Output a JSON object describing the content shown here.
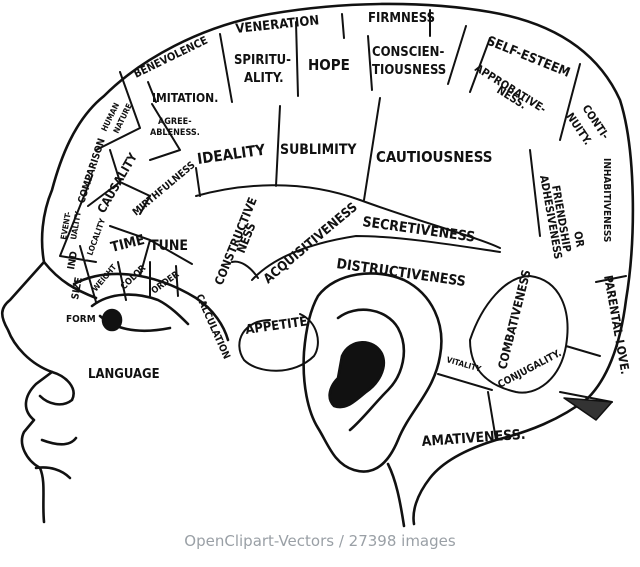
{
  "regions": {
    "veneration": "VENERATION",
    "firmness": "FIRMNESS",
    "benevolence": "BENEVOLENCE",
    "spirituality_1": "SPIRITU-",
    "spirituality_2": "ALITY.",
    "hope": "HOPE",
    "conscientiousness_1": "CONSCIEN-",
    "conscientiousness_2": "TIOUSNESS",
    "self_esteem": "SELF-ESTEEM",
    "approbativeness_1": "APPROBATIVE-",
    "approbativeness_2": "NESS.",
    "continuity_1": "CONTI-",
    "continuity_2": "NUITY.",
    "human_nature_1": "HUMAN",
    "human_nature_2": "NATURE",
    "imitation": "IMITATION.",
    "agreeableness_1": "AGREE-",
    "agreeableness_2": "ABLENESS.",
    "ideality": "IDEALITY",
    "sublimity": "SUBLIMITY",
    "cautiousness": "CAUTIOUSNESS",
    "comparison": "COMPARISON",
    "causality": "CAUSALITY",
    "mirthfulness": "MIRTHFULNESS",
    "inhabitiveness": "INHABITIVENESS",
    "eventuality_1": "EVENT-",
    "eventuality_2": "UALITY",
    "locality": "LOCALITY",
    "time": "TIME",
    "tune": "TUNE",
    "constructiveness_1": "CONSTRUCTIVE",
    "constructiveness_2": "NESS",
    "acquisitiveness": "ACQUISITIVENESS",
    "secretiveness": "SECRETIVENESS",
    "friendship_1": "FRIENDSHIP",
    "friendship_2": "OR",
    "friendship_3": "ADHESIVENESS",
    "individuality": "IND",
    "size": "SIZE",
    "weight": "WEIGHT",
    "color": "COLOR",
    "order": "ORDER",
    "distructiveness": "DISTRUCTIVENESS",
    "calculation": "CALCULATION",
    "form": "FORM",
    "appetite": "APPETITE",
    "combativeness": "COMBATIVENESS",
    "parental_love": "PARENTAL LOVE.",
    "vitality": "VITALITY",
    "conjugality": "CONJUGALITY.",
    "language": "LANGUAGE",
    "amativeness": "AMATIVENESS."
  },
  "footer": {
    "credit": "OpenClipart-Vectors / 27398 images"
  }
}
